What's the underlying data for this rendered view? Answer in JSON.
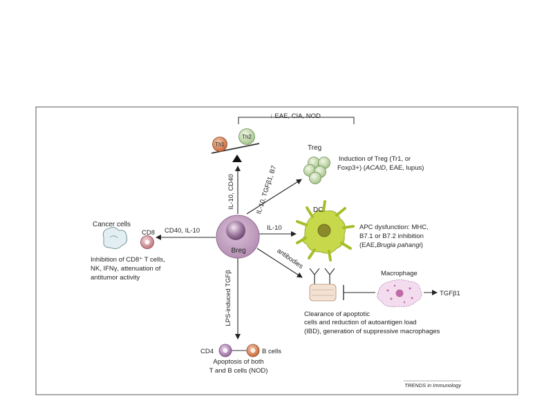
{
  "top_bracket": {
    "prefix": "↓",
    "label": "EAE, CIA, NOD"
  },
  "balance": {
    "left": "Th1",
    "right": "Th2"
  },
  "treg": {
    "title": "Treg",
    "desc_line1": "Induction of Treg (Tr1, or",
    "desc_line2_pre": "Foxp3+) (",
    "desc_line2_italic": "ACAID",
    "desc_line2_post": ", EAE, lupus)"
  },
  "center": {
    "label": "Breg"
  },
  "arrows": {
    "up": "IL-10, CD40",
    "upper_right": "IL-10, TGFβ1, B7",
    "right": "IL-10",
    "lower_right": "antibodies",
    "left": "CD40, IL-10",
    "down": "LPS-induced TGFβ"
  },
  "dc": {
    "title": "DC",
    "desc_line1": "APC dysfunction: MHC,",
    "desc_line2": "B7.1 or B7.2 inhibition",
    "desc_line3_pre": "(EAE,",
    "desc_line3_italic": "Brugia pahangi",
    "desc_line3_post": ")"
  },
  "cancer": {
    "title": "Cancer cells",
    "cd8": "CD8",
    "desc_line1": "Inhibition of CD8⁺ T cells,",
    "desc_line2": "NK, IFNγ, attenuation of",
    "desc_line3": "antitumor activity"
  },
  "macrophage": {
    "title": "Macrophage",
    "output": "TGFβ1",
    "desc_line1": "Clearance of apoptotic",
    "desc_line2": "cells and reduction of autoantigen load",
    "desc_line3": "(IBD), generation of suppressive macrophages"
  },
  "bottom": {
    "cd4": "CD4",
    "bcells": "B cells",
    "desc_line1": "Apoptosis of both",
    "desc_line2": "T and B cells (NOD)"
  },
  "credit": "TRENDS in Immunology"
}
